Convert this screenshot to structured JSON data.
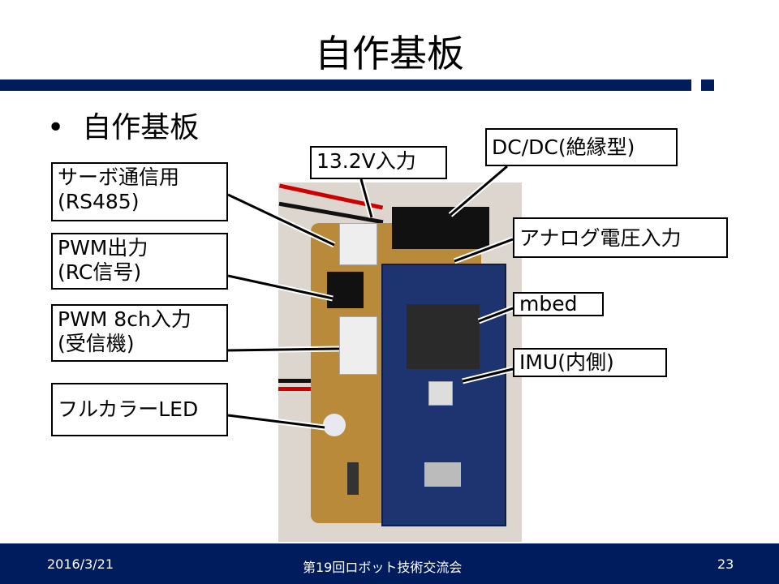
{
  "slide": {
    "title": "自作基板",
    "bullet": "自作基板",
    "callouts": {
      "servo": "サーボ通信用\n(RS485)",
      "pwm_out": "PWM出力\n(RC信号)",
      "pwm_in": "PWM 8ch入力\n(受信機)",
      "led": "フルカラーLED",
      "power": "13.2V入力",
      "dcdc": "DC/DC(絶縁型)",
      "analog": "アナログ電圧入力",
      "mbed": "mbed",
      "imu": "IMU(内側)"
    }
  },
  "footer": {
    "date": "2016/3/21",
    "event": "第19回ロボット技術交流会",
    "page": "23"
  },
  "colors": {
    "accent": "#001c5c"
  }
}
